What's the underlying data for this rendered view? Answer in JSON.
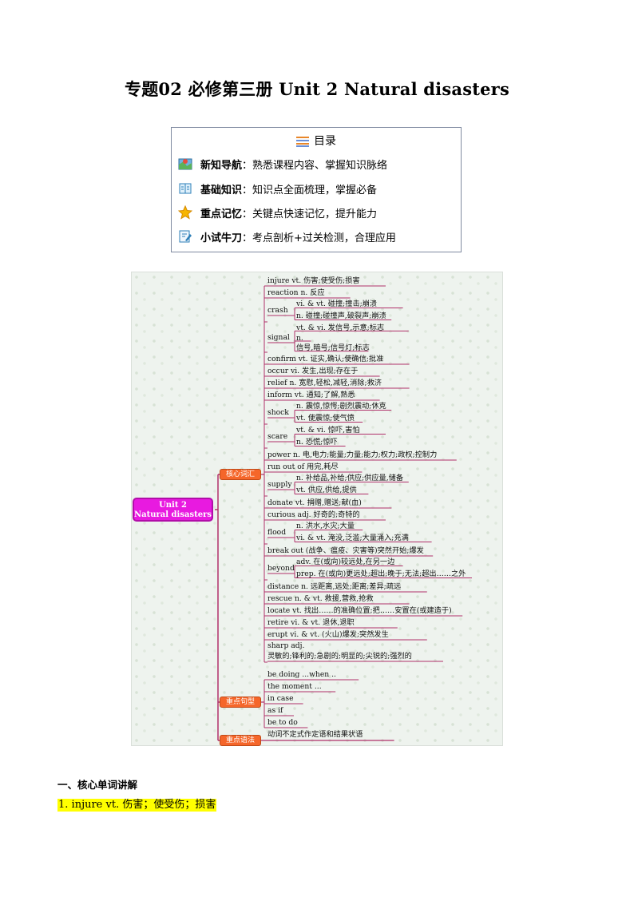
{
  "title": "专题02  必修第三册  Unit 2 Natural disasters",
  "toc": {
    "heading": "目录",
    "items": [
      {
        "icon": "map-icon",
        "key": "新知导航",
        "text": "：熟悉课程内容、掌握知识脉络"
      },
      {
        "icon": "book-icon",
        "key": "基础知识",
        "text": "：知识点全面梳理，掌握必备"
      },
      {
        "icon": "star-icon",
        "key": "重点记忆",
        "text": "：关键点快速记忆，提升能力"
      },
      {
        "icon": "edit-icon",
        "key": "小试牛刀",
        "text": "：考点剖析+过关检测，合理应用"
      }
    ]
  },
  "mindmap": {
    "root_line1": "Unit 2",
    "root_line2": "Natural disasters",
    "branches": [
      "核心词汇",
      "重点句型",
      "重点语法"
    ],
    "words": [
      {
        "w": "injure vt. 伤害;使受伤;损害"
      },
      {
        "w": "reaction n. 反应"
      },
      {
        "w": "crash",
        "subs": [
          "vi. & vt. 碰撞;撞击;崩溃",
          "n. 碰撞;碰撞声,破裂声;崩溃"
        ]
      },
      {
        "w": "signal",
        "subs": [
          "vt. & vi. 发信号,示意;标志",
          "n.",
          "信号,暗号;信号灯;标志"
        ]
      },
      {
        "w": "confirm vt. 证实,确认;使确信;批准"
      },
      {
        "w": "occur vi. 发生,出现;存在于"
      },
      {
        "w": "relief n. 宽慰,轻松,减轻,消除;救济"
      },
      {
        "w": "inform vt. 通知;了解,熟悉"
      },
      {
        "w": "shock",
        "subs": [
          "n. 震惊,惊愕;剧烈震动;休克",
          "vt. 使震惊;使气愤"
        ]
      },
      {
        "w": "scare",
        "subs": [
          "vt. & vi. 惊吓,害怕",
          "n. 恐慌;惊吓"
        ]
      },
      {
        "w": "power n. 电,电力;能量;力量;能力;权力;政权;控制力"
      },
      {
        "w": "run out of 用完,耗尽"
      },
      {
        "w": "supply",
        "subs": [
          "n. 补给品,补给;供应;供应量,储备",
          "vt. 供应,供给,提供"
        ]
      },
      {
        "w": "donate vt. 捐赠,赠送;献(血)"
      },
      {
        "w": "curious adj. 好奇的;奇特的"
      },
      {
        "w": "flood",
        "subs": [
          "n. 洪水,水灾;大量",
          "vi. & vt. 淹没,泛滥;大量涌入;充满"
        ]
      },
      {
        "w": "break out (战争、瘟疫、灾害等)突然开始;爆发"
      },
      {
        "w": "beyond",
        "subs": [
          "adv. 在(或向)较远处,在另一边",
          "prep. 在(或向)更远处;超出;晚于;无法;超出……之外"
        ]
      },
      {
        "w": "distance n. 远距离,远处;距离;差异;疏远"
      },
      {
        "w": "rescue n. & vt. 救援,营救,抢救"
      },
      {
        "w": "locate vt. 找出……的准确位置;把……安置在(或建造于)"
      },
      {
        "w": "retire vi. & vt. 退休,退职"
      },
      {
        "w": "erupt vi. & vt. (火山)爆发;突然发生"
      },
      {
        "w": "sharp adj.",
        "line2": "灵敏的;锋利的;急剧的;明显的;尖锐的;强烈的"
      }
    ],
    "sentences": [
      "be doing ...when ..",
      "the moment ...",
      "in case",
      "as if",
      "be to do"
    ],
    "grammar": [
      "动词不定式作定语和结果状语"
    ]
  },
  "section1": "一、核心单词讲解",
  "first_item": "1. injure vt.  伤害；使受伤；损害",
  "colors": {
    "root": "#e81ae0",
    "branch": "#f5662a",
    "link": "#b0306a",
    "highlight": "#ffff00"
  }
}
